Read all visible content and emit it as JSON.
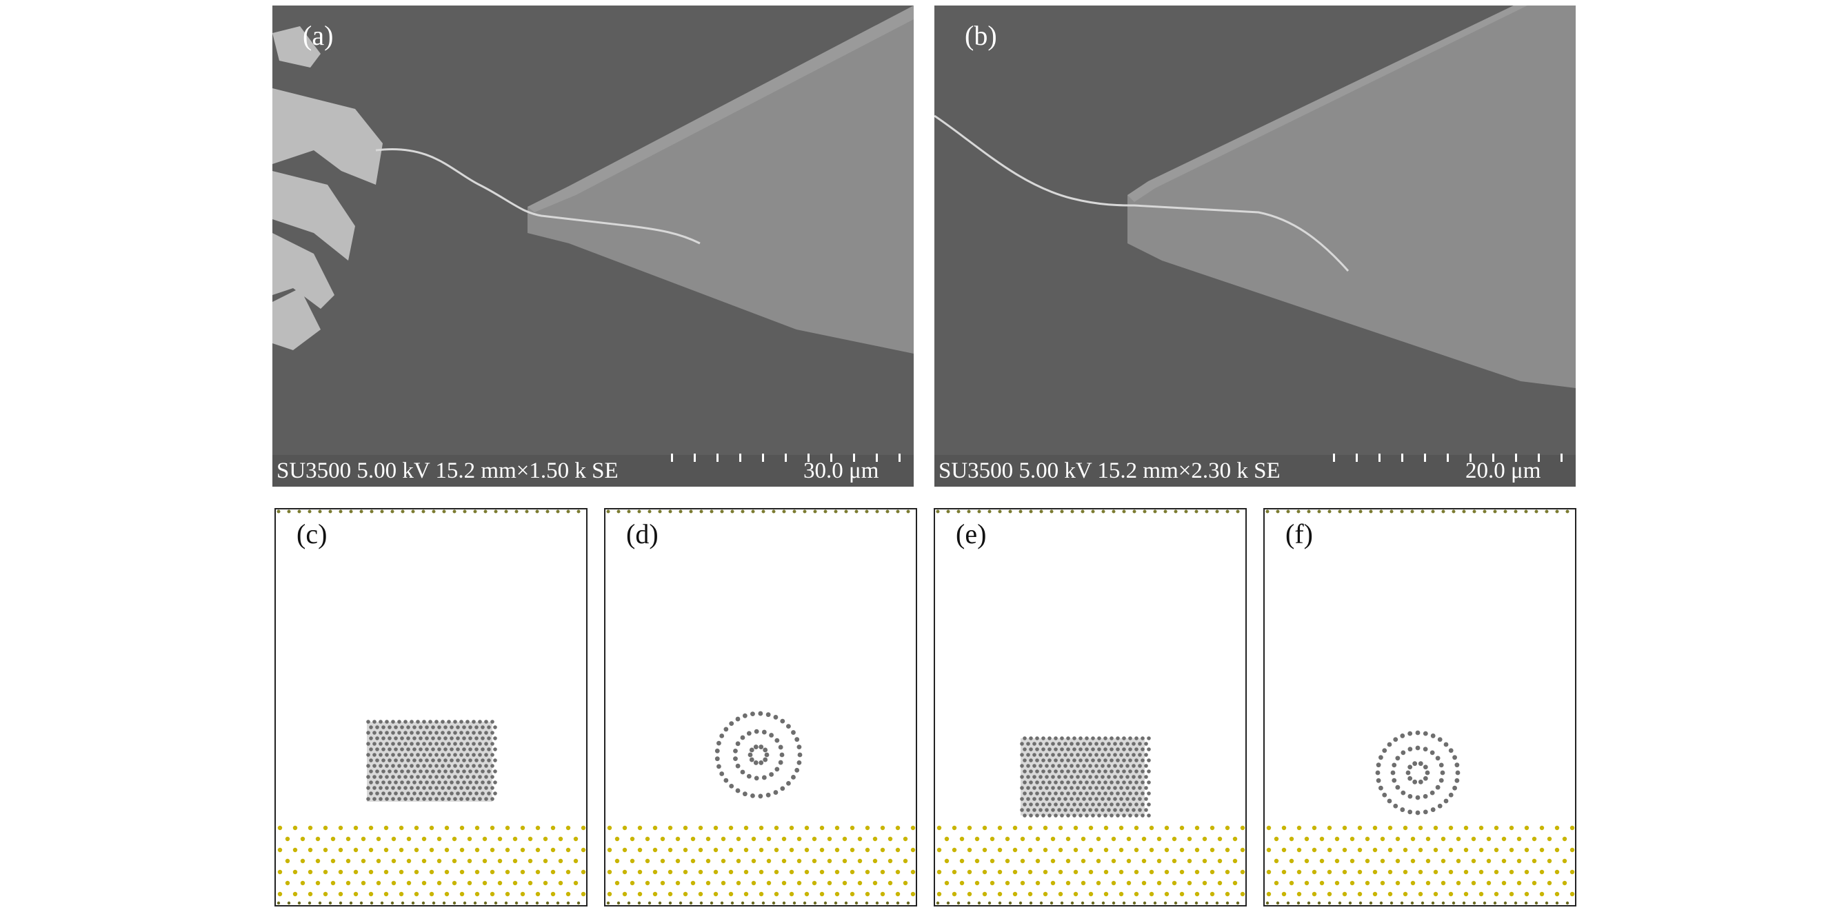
{
  "panels_sem": [
    {
      "label": "(a)",
      "info": "SU3500 5.00 kV 15.2 mm×1.50 k SE",
      "scale": "30.0 μm"
    },
    {
      "label": "(b)",
      "info": "SU3500 5.00 kV 15.2 mm×2.30 k SE",
      "scale": "20.0 μm"
    }
  ],
  "panels_sim": [
    {
      "label": "(c)",
      "structure": "side-view-tube"
    },
    {
      "label": "(d)",
      "structure": "end-view-rings"
    },
    {
      "label": "(e)",
      "structure": "side-view-tube"
    },
    {
      "label": "(f)",
      "structure": "end-view-rings"
    }
  ],
  "colors": {
    "sem_background": "#5e5e5e",
    "cantilever": "#8a8a8a",
    "substrate_atoms": "#c8b400",
    "nanotube_atoms": "#6e6e6e"
  }
}
